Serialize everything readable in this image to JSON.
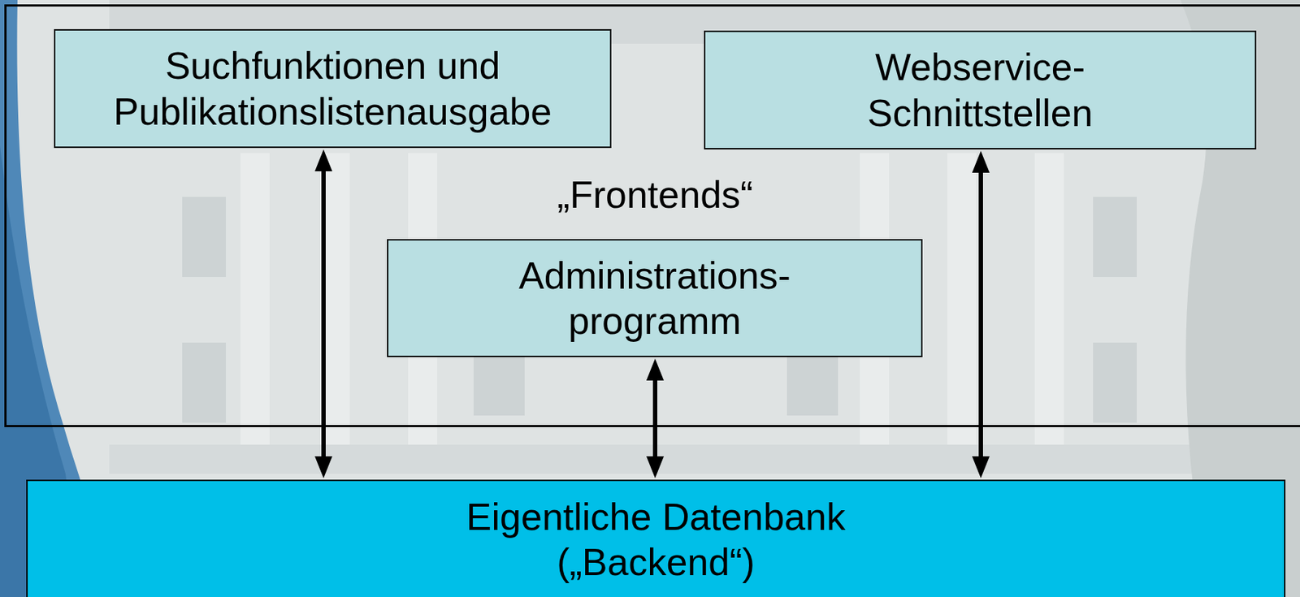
{
  "diagram": {
    "nodes": [
      {
        "text": [
          "„Frontends“"
        ]
      },
      {
        "text": [
          "Suchfunktionen und Publikationslistenausgabe"
        ],
        "in": 0
      },
      {
        "text": [
          "Webservice- Schnittstellen"
        ],
        "in": 0
      },
      {
        "text": [
          "Administrations- programm"
        ],
        "in": 0
      },
      {
        "text": [
          "Eigentliche Datenbank („Backend“)"
        ]
      }
    ],
    "edges": [
      {
        "from": 1,
        "to": 4,
        "arrow": "both"
      },
      {
        "from": 3,
        "to": 4,
        "arrow": "both"
      },
      {
        "from": 2,
        "to": 4,
        "arrow": "both"
      }
    ]
  }
}
